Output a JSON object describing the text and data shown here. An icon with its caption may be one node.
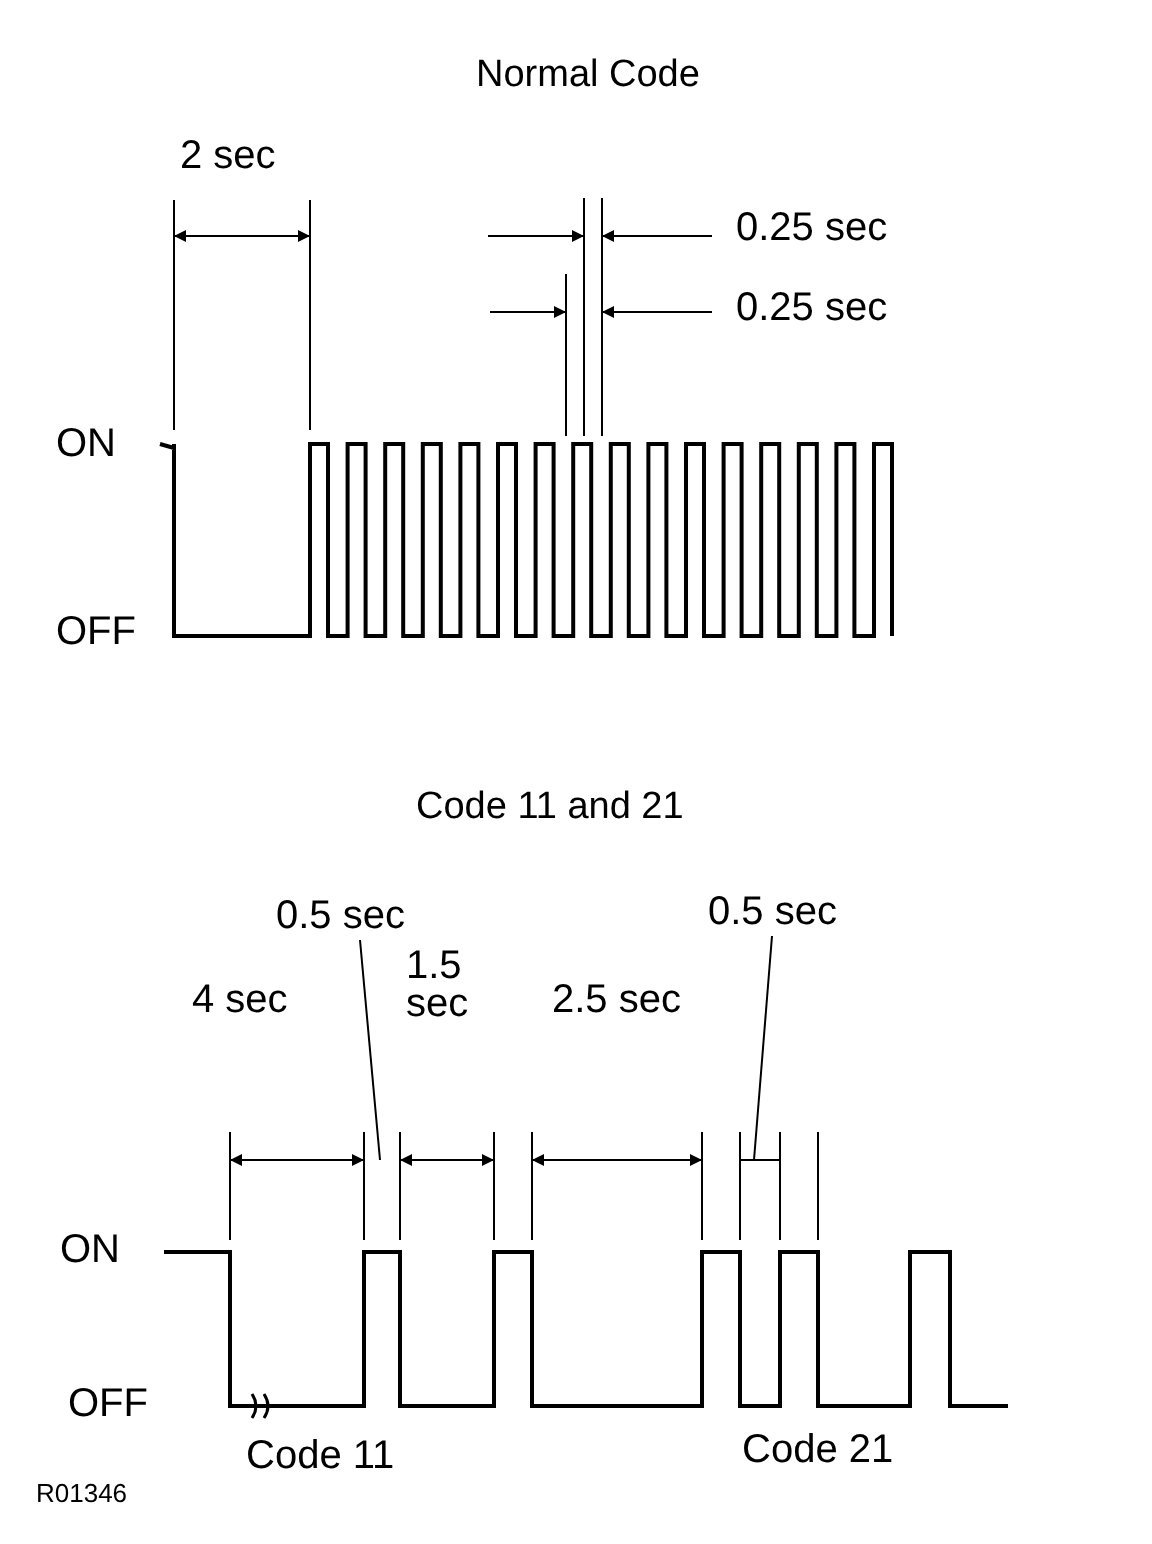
{
  "diagram": {
    "nodes": [
      {
        "text": [
          "0.5 sec"
        ]
      },
      {
        "text": [
          "0.5 sec"
        ]
      }
    ],
    "edges": [
      {
        "from": 0,
        "to": null,
        "arrow": "none"
      },
      {
        "from": 1,
        "to": null,
        "arrow": "none"
      }
    ],
    "labels": [
      "Normal Code",
      "2 sec",
      "0.25 sec",
      "0.25 sec",
      "ON",
      "OFF",
      "Code 11 and 21",
      "4 sec",
      "1.5 sec",
      "2.5 sec",
      "ON",
      "OFF",
      "Code 11",
      "Code 21",
      "R01346"
    ]
  }
}
